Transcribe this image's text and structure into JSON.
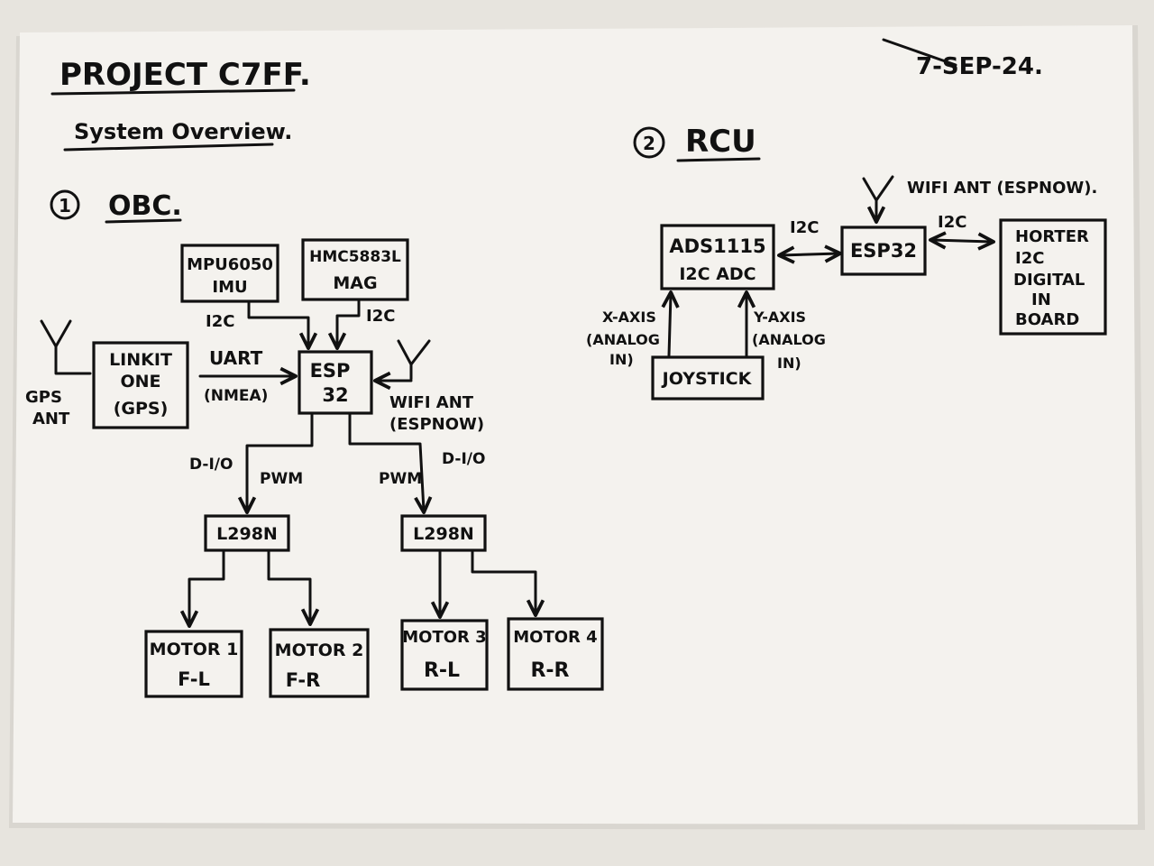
{
  "header": {
    "project_title": "PROJECT C7FF.",
    "section_title": "System Overview.",
    "date": "7-SEP-24."
  },
  "obc": {
    "number": "1",
    "heading": "OBC.",
    "blocks": {
      "imu": [
        "MPU6050",
        "IMU"
      ],
      "mag": [
        "HMC5883L",
        "MAG"
      ],
      "gps": [
        "LINKIT",
        "ONE",
        "(GPS)"
      ],
      "esp": [
        "ESP",
        "32"
      ],
      "driver_left": "L298N",
      "driver_right": "L298N",
      "motor1": [
        "MOTOR 1",
        "F-L"
      ],
      "motor2": [
        "MOTOR 2",
        "F-R"
      ],
      "motor3": [
        "MOTOR 3",
        "R-L"
      ],
      "motor4": [
        "MOTOR 4",
        "R-R"
      ]
    },
    "labels": {
      "imu_bus": "I2C",
      "mag_bus": "I2C",
      "uart": "UART",
      "nmea": "(NMEA)",
      "gps_ant": [
        "GPS",
        "ANT"
      ],
      "wifi_ant": [
        "WIFI ANT",
        "(ESPNOW)"
      ],
      "dio_left": "D-I/O",
      "pwm_left": "PWM",
      "pwm_right": "PWM",
      "dio_right": "D-I/O"
    }
  },
  "rcu": {
    "number": "2",
    "heading": "RCU",
    "blocks": {
      "adc": [
        "ADS1115",
        "I2C ADC"
      ],
      "esp": "ESP32",
      "horter": [
        "HORTER",
        "I2C",
        "DIGITAL",
        "IN",
        "BOARD"
      ],
      "joystick": "JOYSTICK"
    },
    "labels": {
      "wifi_ant": "WIFI ANT (ESPNOW).",
      "adc_bus": "I2C",
      "horter_bus": "I2C",
      "x_axis": [
        "X-AXIS",
        "(ANALOG",
        "IN)"
      ],
      "y_axis": [
        "Y-AXIS",
        "(ANALOG",
        "IN)"
      ]
    }
  },
  "colors": {
    "ink": "#111111",
    "paper": "#f4f2ee",
    "backdrop": "#e9e6e0"
  }
}
